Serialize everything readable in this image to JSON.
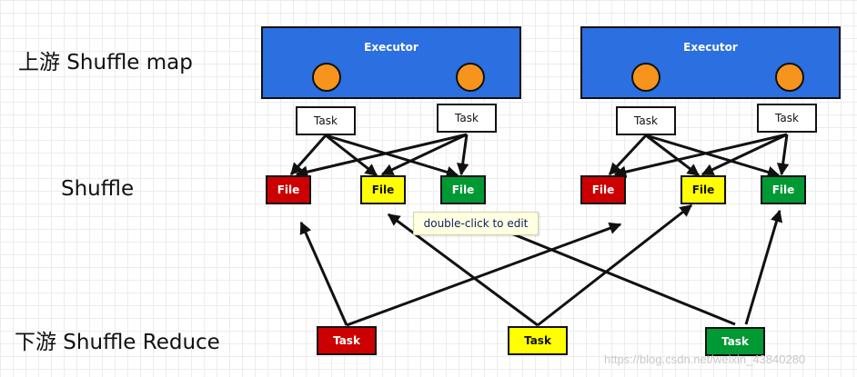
{
  "labels": {
    "map": "上游 Shuffle map",
    "shuffle": "Shuffle",
    "reduce": "下游 Shuffle Reduce"
  },
  "executors": [
    {
      "title": "Executor",
      "task_labels": [
        "Task",
        "Task"
      ]
    },
    {
      "title": "Executor",
      "task_labels": [
        "Task",
        "Task"
      ]
    }
  ],
  "file_label": "File",
  "reduce_task_label": "Task",
  "tooltip": "double-click to edit",
  "watermark": "https://blog.csdn.net/weixin_43840280",
  "colors": {
    "executor": "#2b6fe0",
    "core": "#f7941d",
    "red": "#cc0000",
    "yellow": "#ffff00",
    "green": "#009933"
  }
}
